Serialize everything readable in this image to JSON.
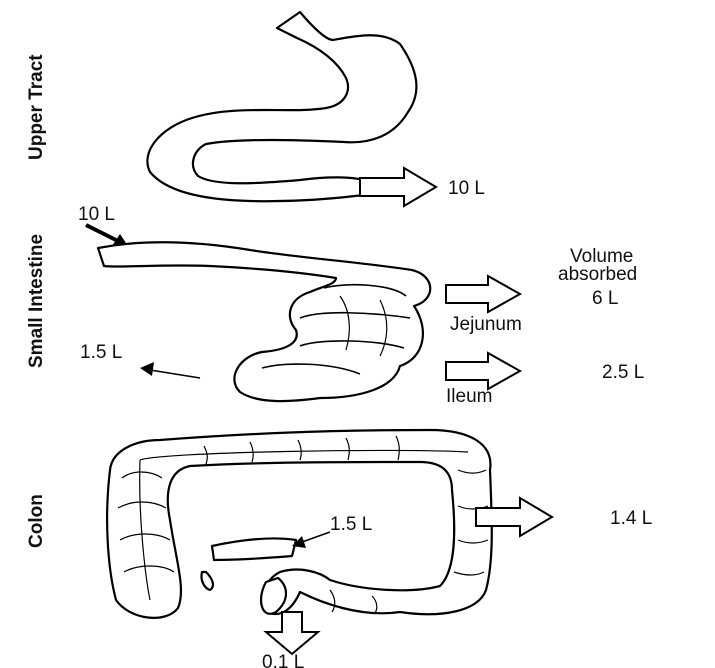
{
  "sections": {
    "upper": "Upper Tract",
    "small": "Small Intestine",
    "colon": "Colon"
  },
  "labels": {
    "upper_out": "10 L",
    "small_in": "10 L",
    "small_out": "1.5 L",
    "header_line1": "Volume",
    "header_line2": "absorbed",
    "jejunum_val": "6 L",
    "jejunum": "Jejunum",
    "ileum_val": "2.5 L",
    "ileum": "Ileum",
    "colon_in": "1.5 L",
    "colon_val": "1.4 L",
    "colon_out": "0.1 L"
  }
}
